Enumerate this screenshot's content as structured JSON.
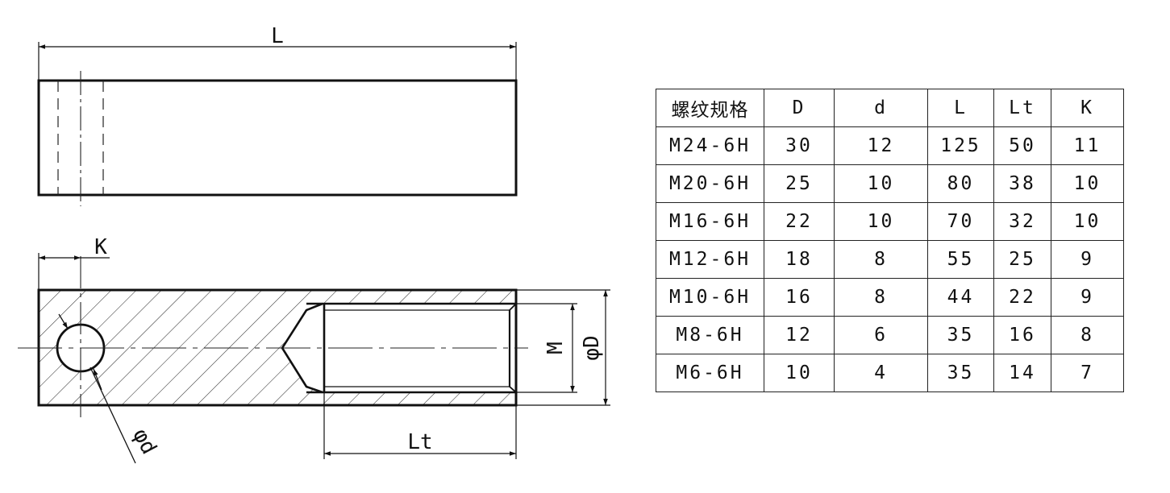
{
  "drawing": {
    "labels": {
      "length": "L",
      "offset": "K",
      "thread": "M",
      "outer_diameter": "φD",
      "hole_diameter": "φd",
      "thread_length": "Lt"
    }
  },
  "table": {
    "headers": [
      "螺纹规格",
      "D",
      "d",
      "L",
      "Lt",
      "K"
    ],
    "rows": [
      [
        "M24-6H",
        "30",
        "12",
        "125",
        "50",
        "11"
      ],
      [
        "M20-6H",
        "25",
        "10",
        "80",
        "38",
        "10"
      ],
      [
        "M16-6H",
        "22",
        "10",
        "70",
        "32",
        "10"
      ],
      [
        "M12-6H",
        "18",
        "8",
        "55",
        "25",
        "9"
      ],
      [
        "M10-6H",
        "16",
        "8",
        "44",
        "22",
        "9"
      ],
      [
        "M8-6H",
        "12",
        "6",
        "35",
        "16",
        "8"
      ],
      [
        "M6-6H",
        "10",
        "4",
        "35",
        "14",
        "7"
      ]
    ]
  }
}
